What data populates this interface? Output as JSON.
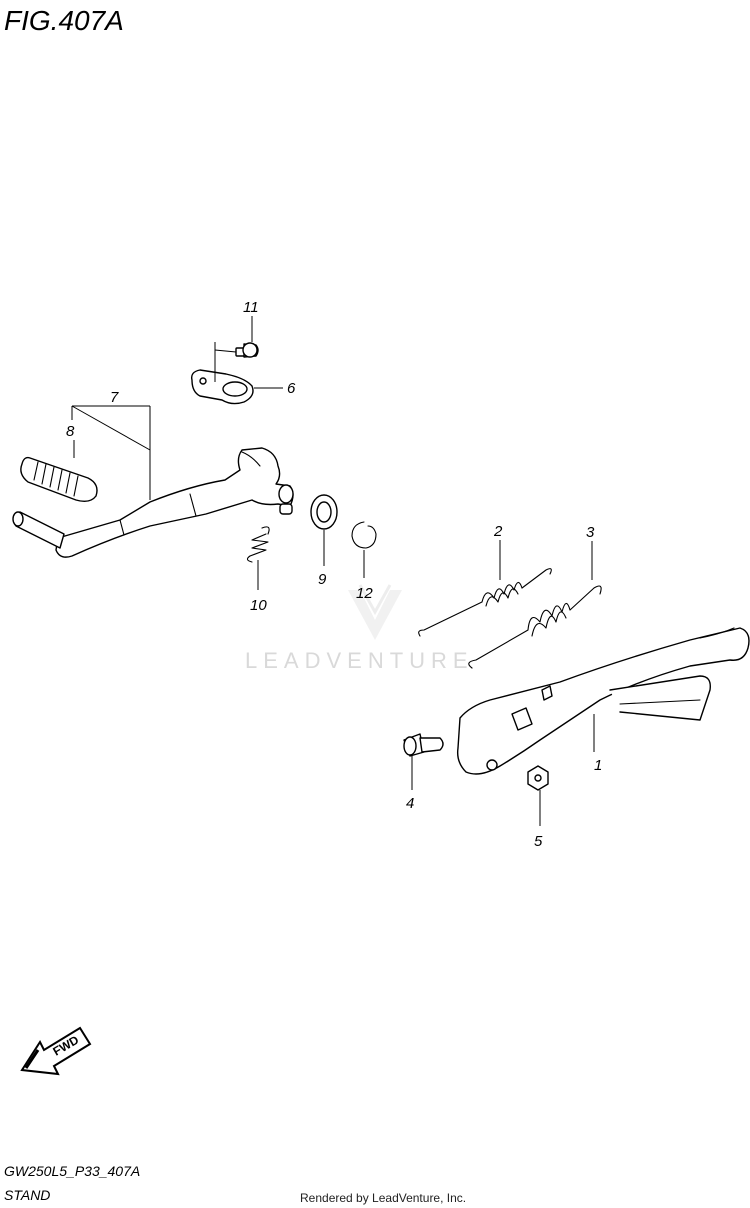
{
  "figure": {
    "title": "FIG.407A",
    "code": "GW250L5_P33_407A",
    "section": "STAND",
    "credit": "Rendered by LeadVenture, Inc.",
    "watermark": "LEADVENTURE",
    "fwd_badge": "FWD"
  },
  "callouts": {
    "c1": "1",
    "c2": "2",
    "c3": "3",
    "c4": "4",
    "c5": "5",
    "c6": "6",
    "c7": "7",
    "c8": "8",
    "c9": "9",
    "c10": "10",
    "c11": "11",
    "c12": "12"
  },
  "icons": {
    "watermark_logo": "leadventure-logo-icon",
    "fwd_arrow": "fwd-arrow-icon"
  },
  "colors": {
    "line": "#000000",
    "watermark": "#d9d9d9"
  }
}
